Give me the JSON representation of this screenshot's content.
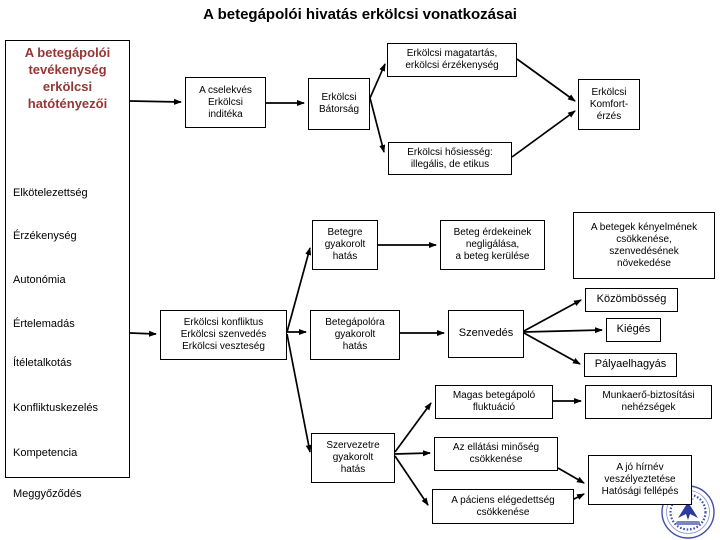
{
  "title": "A betegápolói hivatás erkölcsi vonatkozásai",
  "colors": {
    "header_accent": "#953735",
    "box_border": "#000000",
    "connector": "#000000",
    "logo_blue": "#3a49a5"
  },
  "left_panel": {
    "header": "A betegápolói\ntevékenység\nerkölcsi\nhatótényezői",
    "items": [
      "Elkötelezettség",
      "Érzékenység",
      "Autonómia",
      "Értelemadás",
      "Ítéletalkotás",
      "Konfliktuskezelés",
      "Kompetencia",
      "Meggyőződés"
    ]
  },
  "boxes": {
    "cselekves": {
      "text": "A cselekvés\nErkölcsi\ninditéka"
    },
    "batorsag": {
      "text": "Erkölcsi\nBátorság"
    },
    "magatartas": {
      "text": "Erkölcsi magatartás,\nerkölcsi érzékenység"
    },
    "komfort": {
      "text": "Erkölcsi\nKomfort-\nérzés"
    },
    "hosiesseg": {
      "text": "Erkölcsi hősiesség:\nillegális, de etikus"
    },
    "betegre": {
      "text": "Betegre\ngyakorolt\nhatás"
    },
    "beteg_erdekeinek": {
      "text": "Beteg érdekeinek\nnegligálása,\na beteg kerülése"
    },
    "betegek_kenyelmenek": {
      "text": "A betegek kényelmének\ncsökkenése,\nszenvedésének\nnövekedése"
    },
    "konfliktus": {
      "text": "Erkölcsi konfliktus\nErkölcsi szenvedés\nErkölcsi veszteség"
    },
    "betegapolora": {
      "text": "Betegápolóra\ngyakorolt\nhatás"
    },
    "szenvedes": {
      "text": "Szenvedés"
    },
    "kozombosseg": {
      "text": "Közömbösség"
    },
    "kieges": {
      "text": "Kiégés"
    },
    "palyaelhagyas": {
      "text": "Pályaelhagyás"
    },
    "magas_fluktuacio": {
      "text": "Magas betegápoló\nfluktuáció"
    },
    "munkaero": {
      "text": "Munkaerő-biztosítási\nnehézségek"
    },
    "szervezetre": {
      "text": "Szervezetre\ngyakorolt\nhatás"
    },
    "ellatasi": {
      "text": "Az ellátási minőség\ncsökkenése"
    },
    "jo_hirnev": {
      "text": "A jó hírnév\nveszélyeztetése\nHatósági fellépés"
    },
    "paciens": {
      "text": "A páciens elégedettség\ncsökkenése"
    }
  }
}
